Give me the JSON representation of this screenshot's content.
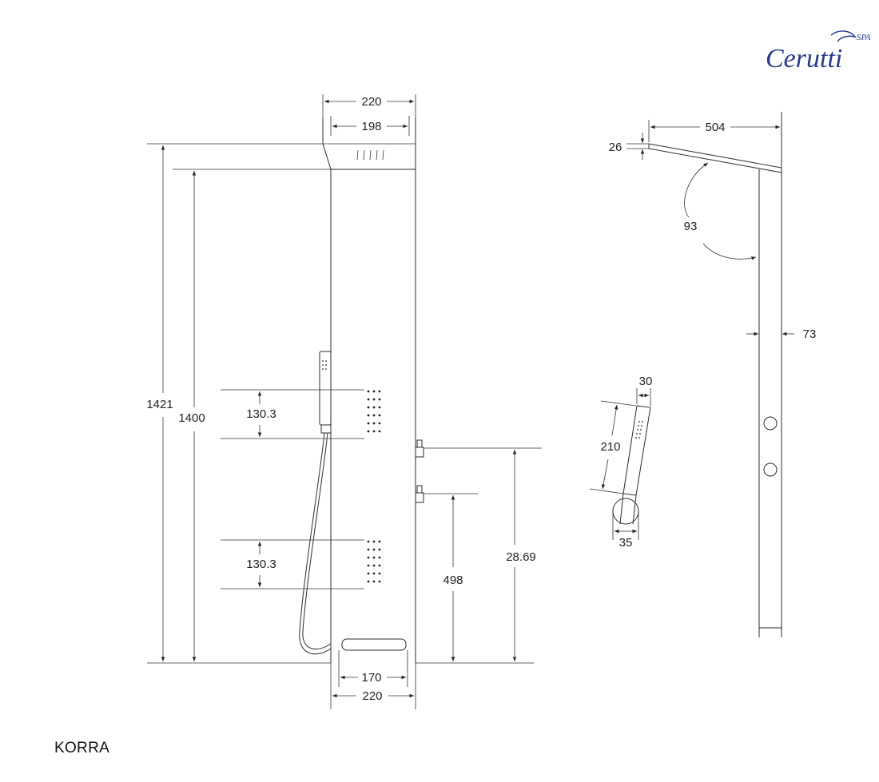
{
  "brand": {
    "name": "Cerutti",
    "suffix": "SPA",
    "color": "#2a3a8c"
  },
  "model": "KORRA",
  "front_view": {
    "top_width_outer": "220",
    "top_width_inner": "198",
    "total_height": "1421",
    "panel_height": "1400",
    "jet_spacing_upper": "130.3",
    "jet_spacing_lower": "130.3",
    "mixer_height": "28.69",
    "diverter_height": "498",
    "shelf_width": "170",
    "base_width": "220"
  },
  "side_view": {
    "head_thickness": "26",
    "head_length": "504",
    "angle": "93",
    "panel_depth": "73"
  },
  "hand_shower": {
    "width": "30",
    "length": "210",
    "holder_width": "35"
  }
}
